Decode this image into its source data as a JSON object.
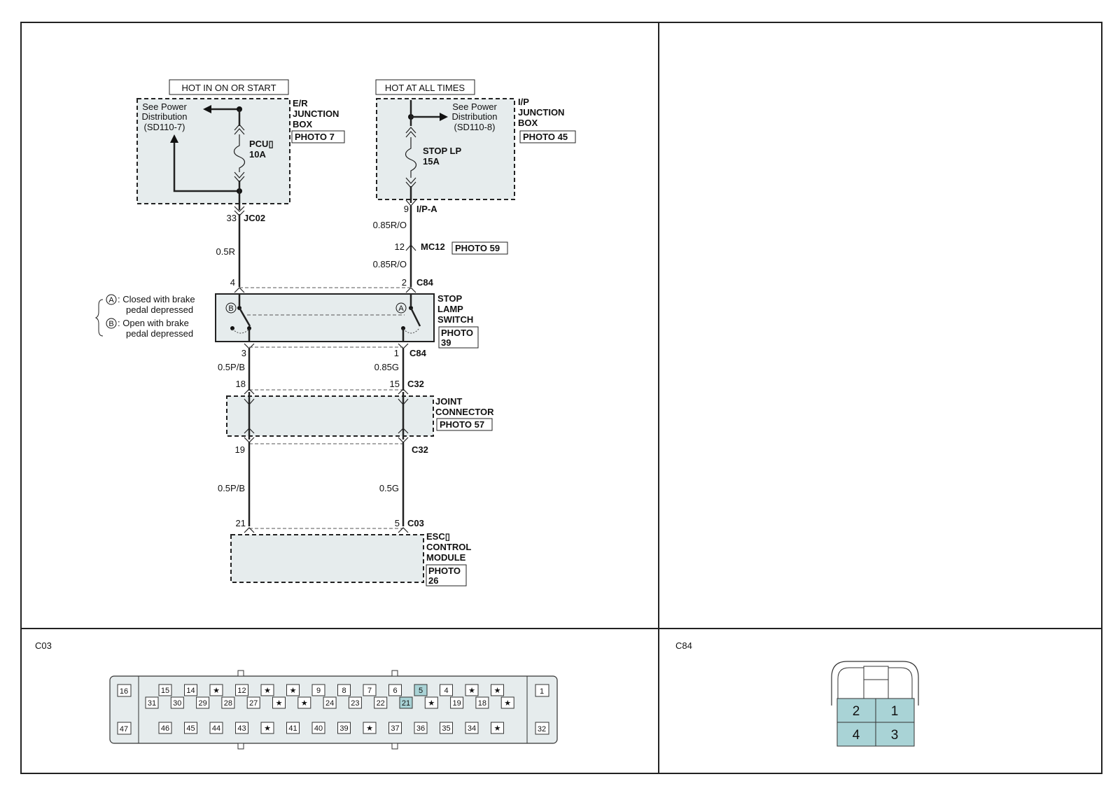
{
  "power": {
    "left_header": "HOT IN ON OR START",
    "right_header": "HOT AT ALL TIMES",
    "see_power": "See Power",
    "distribution": "Distribution",
    "left_ref": "(SD110-7)",
    "right_ref": "(SD110-8)"
  },
  "er_box": {
    "line1": "E/R",
    "line2": "JUNCTION",
    "line3": "BOX",
    "photo": "PHOTO 7"
  },
  "ip_box": {
    "line1": "I/P",
    "line2": "JUNCTION",
    "line3": "BOX",
    "photo": "PHOTO 45"
  },
  "fuses": {
    "left_name": "PCU▯",
    "left_rating": "10A",
    "right_name": "STOP LP",
    "right_rating": "15A"
  },
  "connectors": {
    "jc02_pin": "33",
    "jc02": "JC02",
    "ipa_pin": "9",
    "ipa": "I/P-A",
    "mc12_pin": "12",
    "mc12": "MC12",
    "mc12_photo": "PHOTO 59",
    "c84": "C84",
    "c84_top_left_pin": "4",
    "c84_top_right_pin": "2",
    "c84_bottom_left_pin": "3",
    "c84_bottom_right_pin": "1",
    "c32": "C32",
    "c32_top_left_pin": "18",
    "c32_top_right_pin": "15",
    "c32_bottom_left_pin": "19",
    "c03": "C03",
    "c03_left_pin": "21",
    "c03_right_pin": "5"
  },
  "wires": {
    "w_05r": "0.5R",
    "w_085ro_1": "0.85R/O",
    "w_085ro_2": "0.85R/O",
    "w_05pb_1": "0.5P/B",
    "w_085g": "0.85G",
    "w_05pb_2": "0.5P/B",
    "w_05g": "0.5G"
  },
  "stop_switch": {
    "line1": "STOP",
    "line2": "LAMP",
    "line3": "SWITCH",
    "photo1": "PHOTO",
    "photo2": "39",
    "legend_a1": ": Closed with brake",
    "legend_a2": "pedal depressed",
    "legend_b1": ": Open with brake",
    "legend_b2": "pedal depressed",
    "mark_a": "A",
    "mark_b": "B"
  },
  "joint": {
    "line1": "JOINT",
    "line2": "CONNECTOR",
    "photo": "PHOTO 57"
  },
  "esc": {
    "line1": "ESC▯",
    "line2": "CONTROL",
    "line3": "MODULE",
    "photo1": "PHOTO",
    "photo2": "26"
  },
  "c03_view": {
    "title": "C03",
    "left_top": "16",
    "left_bottom": "47",
    "right_top": "1",
    "right_bottom": "32",
    "row1": [
      "15",
      "14",
      "★",
      "12",
      "★",
      "★",
      "9",
      "8",
      "7",
      "6",
      "5",
      "4",
      "★",
      "★"
    ],
    "row2": [
      "31",
      "30",
      "29",
      "28",
      "27",
      "★",
      "★",
      "24",
      "23",
      "22",
      "21",
      "★",
      "19",
      "18",
      "★"
    ],
    "row3": [
      "46",
      "45",
      "44",
      "43",
      "★",
      "41",
      "40",
      "39",
      "★",
      "37",
      "36",
      "35",
      "34",
      "★"
    ],
    "highlight": [
      "5",
      "21"
    ]
  },
  "c84_view": {
    "title": "C84",
    "pins": [
      "2",
      "1",
      "4",
      "3"
    ]
  }
}
